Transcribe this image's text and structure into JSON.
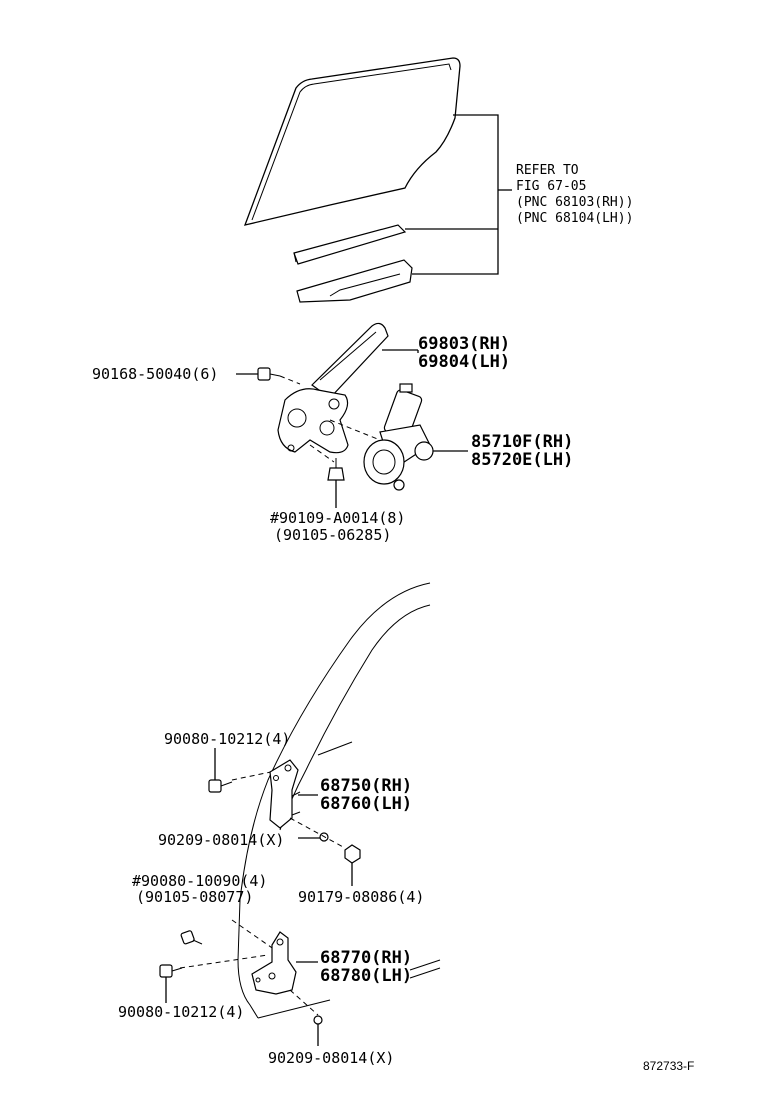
{
  "refer_note": {
    "line1": "REFER TO",
    "line2": "FIG 67-05",
    "line3": "(PNC 68103(RH))",
    "line4": "(PNC 68104(LH))"
  },
  "parts": {
    "regulator_rh": "69803(RH)",
    "regulator_lh": "69804(LH)",
    "bolt_top": "90168-50040(6)",
    "motor_rh": "85710F(RH)",
    "motor_lh": "85720E(LH)",
    "bolt_reg_a": "#90109-A0014(8)",
    "bolt_reg_b": "(90105-06285)",
    "bolt_hinge_upper": "90080-10212(4)",
    "hinge_upper_rh": "68750(RH)",
    "hinge_upper_lh": "68760(LH)",
    "pin_upper": "90209-08014(X)",
    "nut_upper": "90179-08086(4)",
    "bolt_hinge_lower_a": "#90080-10090(4)",
    "bolt_hinge_lower_b": "(90105-08077)",
    "hinge_lower_rh": "68770(RH)",
    "hinge_lower_lh": "68780(LH)",
    "bolt_hinge_lower": "90080-10212(4)",
    "pin_lower": "90209-08014(X)"
  },
  "figure_ref": "872733-F"
}
